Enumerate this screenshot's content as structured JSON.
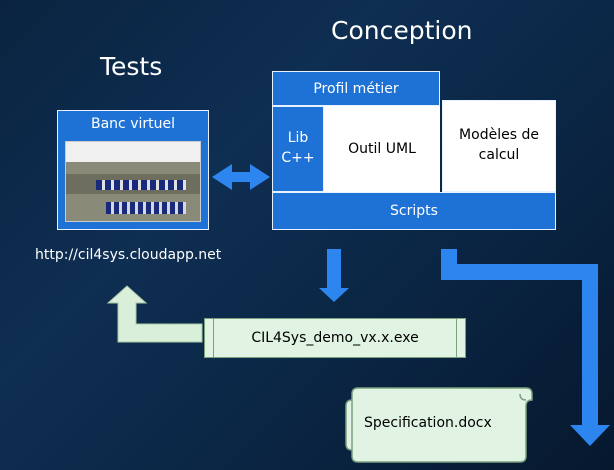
{
  "titles": {
    "tests": "Tests",
    "conception": "Conception"
  },
  "banc": {
    "label": "Banc virtuel"
  },
  "conception_blocks": {
    "profil": "Profil métier",
    "lib_line1": "Lib",
    "lib_line2": "C++",
    "outil": "Outil UML",
    "modeles_line1": "Modèles de",
    "modeles_line2": "calcul",
    "scripts": "Scripts"
  },
  "url": "http://cil4sys.cloudapp.net",
  "files": {
    "exe": "CIL4Sys_demo_vx.x.exe",
    "spec": "Specification.docx"
  },
  "colors": {
    "background": "#0b2746",
    "accent_blue": "#1e72d6",
    "arrow_green": "#d9efd9",
    "file_green": "#e1f4e4"
  }
}
